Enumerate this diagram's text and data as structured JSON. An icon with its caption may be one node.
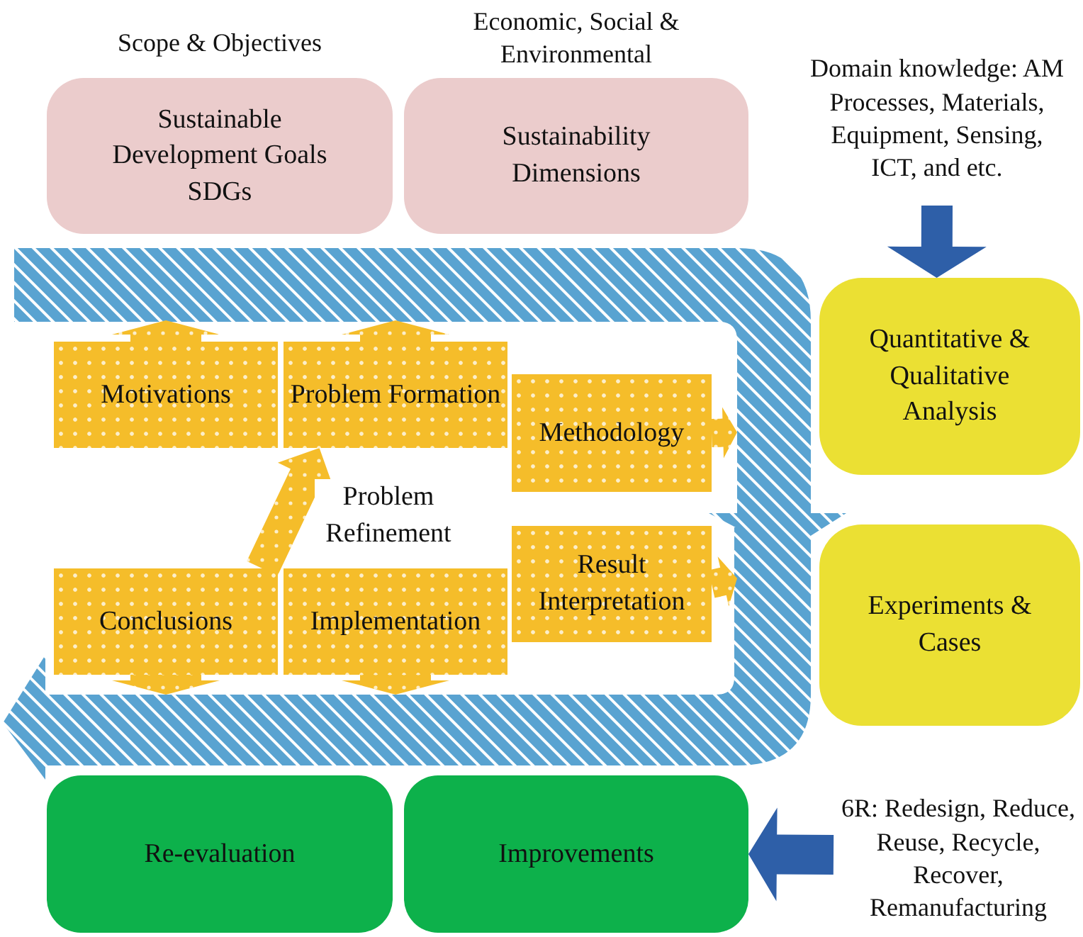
{
  "diagram": {
    "nodes": [
      {
        "text": [
          "Sustainable Development Goals SDGs"
        ],
        "beside": [
          "Scope & Objectives"
        ]
      },
      {
        "text": [
          "Sustainability Dimensions"
        ],
        "beside": [
          "Economic, Social & Environmental"
        ]
      },
      {
        "text": [
          "Domain knowledge: AM Processes, Materials, Equipment, Sensing, ICT, and etc."
        ]
      },
      {
        "text": [
          "Quantitative & Qualitative Analysis"
        ]
      },
      {
        "text": [
          "Motivations"
        ]
      },
      {
        "text": [
          "Problem Formation"
        ]
      },
      {
        "text": [
          "Methodology"
        ]
      },
      {
        "text": [
          "Conclusions"
        ]
      },
      {
        "text": [
          "Implementation"
        ]
      },
      {
        "text": [
          "Result Interpretation"
        ]
      },
      {
        "text": [
          "Experiments & Cases"
        ]
      },
      {
        "text": [
          "Re-evaluation"
        ]
      },
      {
        "text": [
          "Improvements"
        ]
      },
      {
        "text": [
          "6R: Redesign, Reduce, Reuse, Recycle, Recover, Remanufacturing"
        ]
      }
    ],
    "edges": [
      {
        "from": 2,
        "to": 3,
        "arrow": "to",
        "color": "#2e5fa8"
      },
      {
        "from": 4,
        "to": null,
        "arrow": "to"
      },
      {
        "from": 5,
        "to": null,
        "arrow": "to"
      },
      {
        "from": 6,
        "to": null,
        "arrow": "to"
      },
      {
        "from": 7,
        "to": 5,
        "arrow": "to",
        "label": "Problem Refinement"
      },
      {
        "from": 7,
        "to": null,
        "arrow": "to"
      },
      {
        "from": 8,
        "to": null,
        "arrow": "to"
      },
      {
        "from": 9,
        "to": null,
        "arrow": "to"
      },
      {
        "from": 13,
        "to": 12,
        "arrow": "to",
        "color": "#2e5fa8"
      }
    ]
  }
}
